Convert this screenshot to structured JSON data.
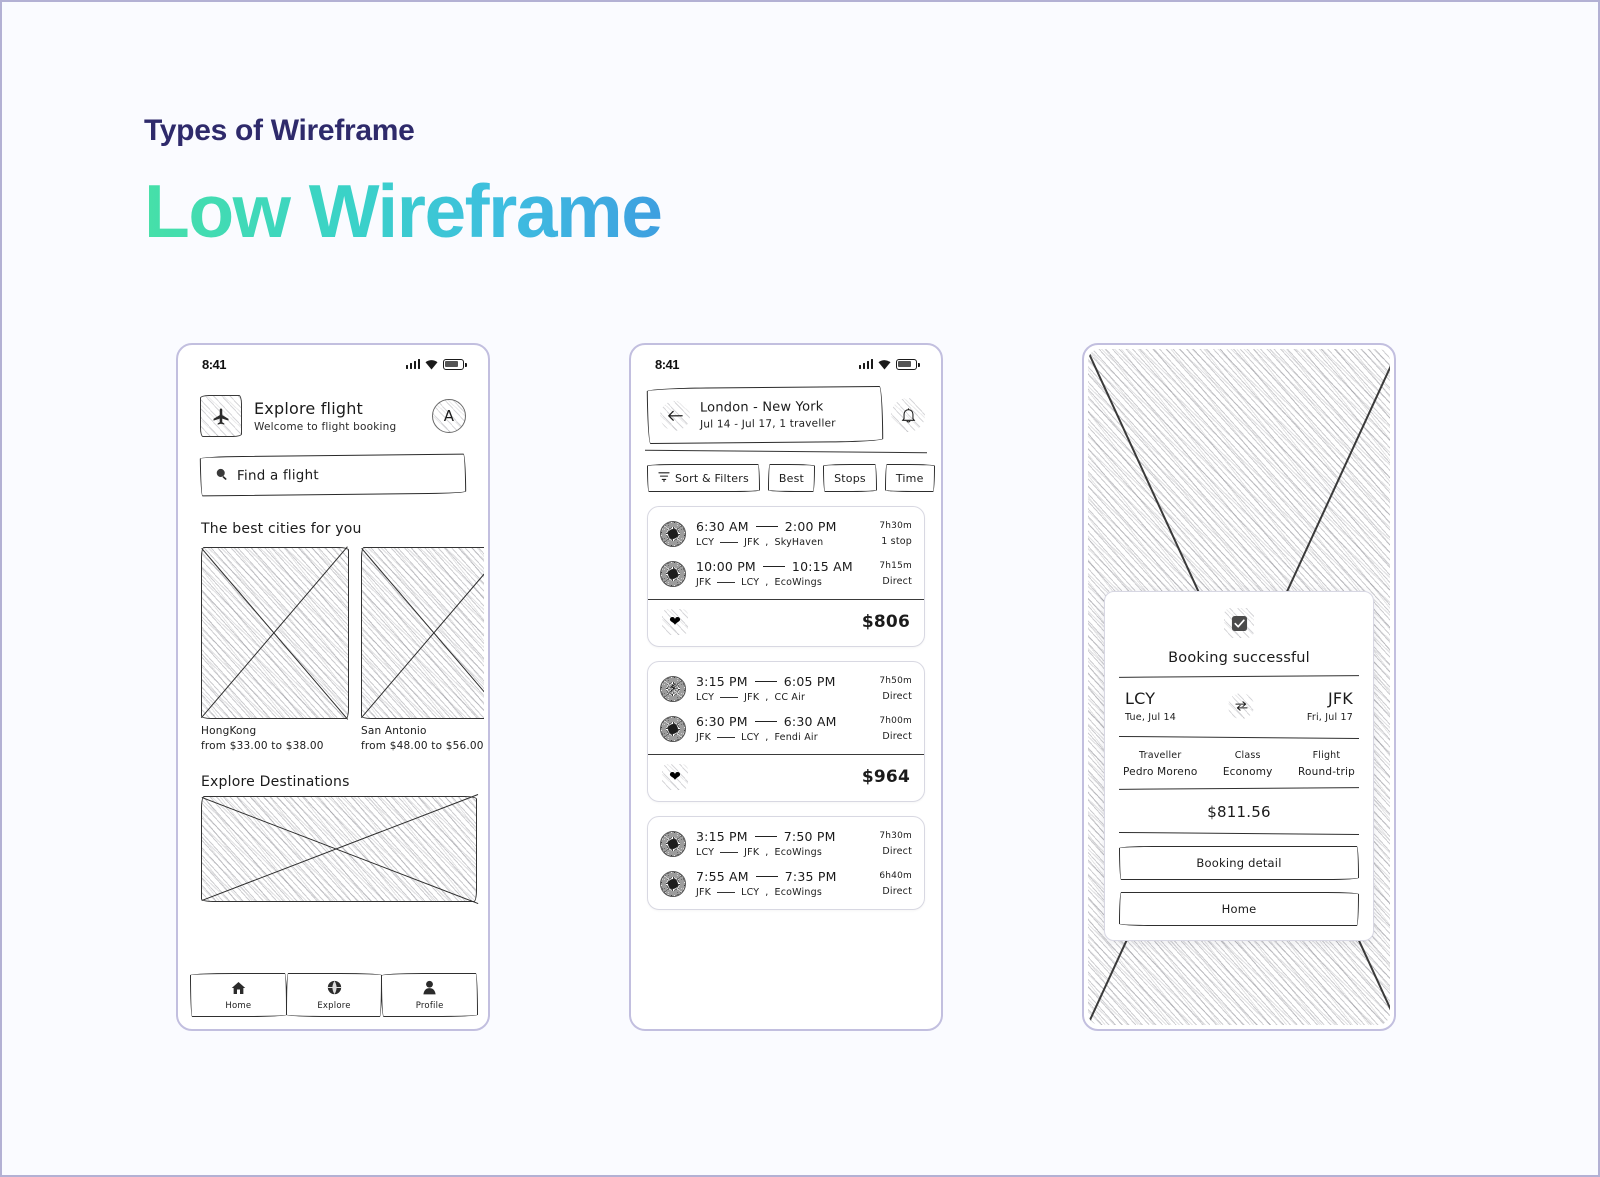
{
  "header": {
    "eyebrow_strong": "Types",
    "eyebrow_rest": " of Wireframe",
    "title": "Low Wireframe",
    "accent_start": "#46e0a8",
    "accent_end": "#3e9fe0",
    "eyebrow_color": "#2e2a6b"
  },
  "statusbar": {
    "time": "8:41",
    "icons": [
      "signal-icon",
      "wifi-icon",
      "battery-icon"
    ]
  },
  "phone1": {
    "name": "explore-flight-screen",
    "logo_icon": "airplane-icon",
    "title": "Explore flight",
    "subtitle": "Welcome to flight booking",
    "avatar_initial": "A",
    "search": {
      "icon": "search-icon",
      "placeholder": "Find a flight",
      "value": "Find a flight"
    },
    "section_cities": "The best cities for you",
    "cities": [
      {
        "name": "HongKong",
        "price": "from $33.00 to $38.00",
        "image": "image-placeholder"
      },
      {
        "name": "San Antonio",
        "price": "from $48.00 to $56.00",
        "image": "image-placeholder"
      }
    ],
    "section_destinations": "Explore Destinations",
    "destination_image": "image-placeholder",
    "tabs": [
      {
        "label": "Home",
        "icon": "home-icon"
      },
      {
        "label": "Explore",
        "icon": "globe-icon"
      },
      {
        "label": "Profile",
        "icon": "person-icon"
      }
    ]
  },
  "phone2": {
    "name": "flight-results-screen",
    "back_icon": "arrow-left-icon",
    "route": "London - New York",
    "dates": "Jul 14 - Jul 17, 1 traveller",
    "bell_icon": "bell-icon",
    "chips": [
      {
        "label": "Sort & Filters",
        "icon": "filter-icon"
      },
      {
        "label": "Best",
        "icon": ""
      },
      {
        "label": "Stops",
        "icon": ""
      },
      {
        "label": "Time",
        "icon": ""
      }
    ],
    "results": [
      {
        "price": "$806",
        "favorite_icon": "heart-icon",
        "legs": [
          {
            "depart": "6:30 AM",
            "arrive": "2:00 PM",
            "from": "LCY",
            "to": "JFK",
            "airline": "SkyHaven",
            "duration": "7h30m",
            "stops": "1 stop",
            "icon": "airline-dot-icon"
          },
          {
            "depart": "10:00 PM",
            "arrive": "10:15 AM",
            "from": "JFK",
            "to": "LCY",
            "airline": "EcoWings",
            "duration": "7h15m",
            "stops": "Direct",
            "icon": "airline-dot-icon"
          }
        ]
      },
      {
        "price": "$964",
        "favorite_icon": "heart-icon",
        "legs": [
          {
            "depart": "3:15 PM",
            "arrive": "6:05 PM",
            "from": "LCY",
            "to": "JFK",
            "airline": "CC Air",
            "duration": "7h50m",
            "stops": "Direct",
            "icon": "airline-bolt-icon"
          },
          {
            "depart": "6:30 PM",
            "arrive": "6:30 AM",
            "from": "JFK",
            "to": "LCY",
            "airline": "Fendi Air",
            "duration": "7h00m",
            "stops": "Direct",
            "icon": "airline-dot-icon"
          }
        ]
      },
      {
        "price": "",
        "favorite_icon": "",
        "legs": [
          {
            "depart": "3:15 PM",
            "arrive": "7:50 PM",
            "from": "LCY",
            "to": "JFK",
            "airline": "EcoWings",
            "duration": "7h30m",
            "stops": "Direct",
            "icon": "airline-dot-icon"
          },
          {
            "depart": "7:55 AM",
            "arrive": "7:35 PM",
            "from": "JFK",
            "to": "LCY",
            "airline": "EcoWings",
            "duration": "6h40m",
            "stops": "Direct",
            "icon": "airline-dot-icon"
          }
        ]
      }
    ]
  },
  "phone3": {
    "name": "booking-success-screen",
    "background_image": "image-placeholder",
    "check_icon": "check-badge-icon",
    "heading": "Booking successful",
    "origin_code": "LCY",
    "origin_date": "Tue, Jul 14",
    "swap_icon": "swap-icon",
    "destination_code": "JFK",
    "destination_date": "Fri, Jul 17",
    "meta": [
      {
        "key": "Traveller",
        "value": "Pedro Moreno"
      },
      {
        "key": "Class",
        "value": "Economy"
      },
      {
        "key": "Flight",
        "value": "Round-trip"
      }
    ],
    "total": "$811.56",
    "btn_detail": "Booking detail",
    "btn_home": "Home"
  }
}
